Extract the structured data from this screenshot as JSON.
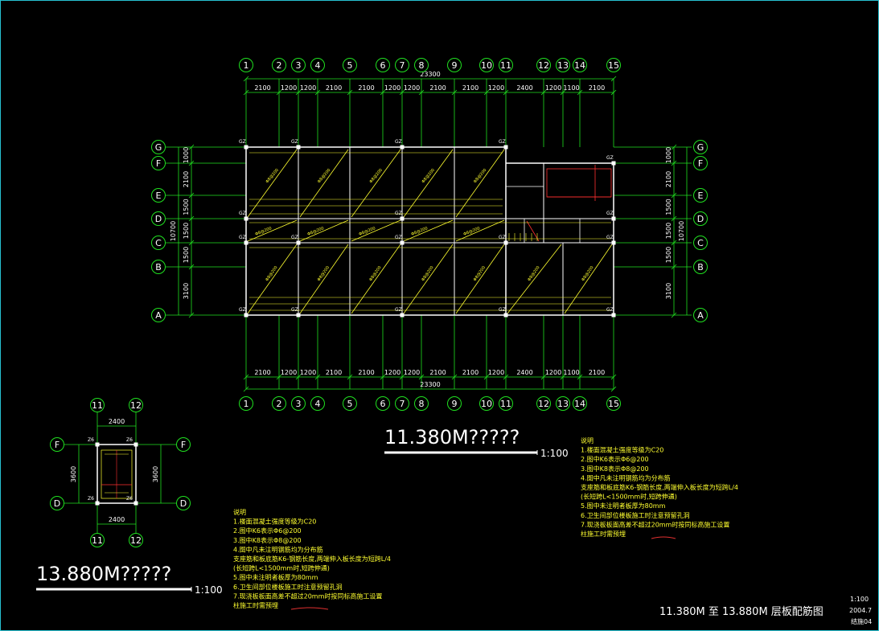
{
  "main_plan": {
    "column_axes": [
      "1",
      "2",
      "3",
      "4",
      "5",
      "6",
      "7",
      "8",
      "9",
      "10",
      "11",
      "12",
      "13",
      "14",
      "15"
    ],
    "row_axes": [
      "G",
      "F",
      "E",
      "D",
      "C",
      "B",
      "A"
    ],
    "span_dims": [
      "2100",
      "1200",
      "1200",
      "2100",
      "2100",
      "1200",
      "1200",
      "2100",
      "2100",
      "1200",
      "2400",
      "1200",
      "1100",
      "2100"
    ],
    "total_length": "23300",
    "row_dims": [
      "1000",
      "2100",
      "1500",
      "1500",
      "1500",
      "3100"
    ],
    "total_depth": "10700",
    "column_tag": "GZ",
    "rebar_label": "Φ8@200"
  },
  "small_plan": {
    "column_axes": [
      "11",
      "12"
    ],
    "row_axes": [
      "F",
      "D"
    ],
    "width_dim": "2400",
    "depth_dim": "3600",
    "column_tag": "Z6"
  },
  "labels": {
    "main_title": "11.380M?????",
    "main_scale": "1:100",
    "small_title": "13.880M?????",
    "small_scale": "1:100",
    "sheet_title": "11.380M 至 13.880M 层板配筋图",
    "tb_scale": "1:100",
    "tb_date": "2004.7",
    "tb_no": "结施04"
  },
  "notes_right": [
    "说明",
    "1.楼面混凝土强度等级为C20",
    "2.图中K6表示Φ6@200",
    "3.图中K8表示Φ8@200",
    "4.图中凡未注明钢筋均为分布筋",
    "   支座筋和板底筋K6-钢筋长度,两端伸入板长度为短跨L/4",
    "   (长短跨L<1500mm时,短跨伸通)",
    "5.图中未注明者板厚为80mm",
    "6.卫生间部位楼板施工时注意预留孔洞",
    "7.现浇板板面高差不超过20mm时按同标高施工设置",
    "   柱施工时需预埋"
  ],
  "notes_left": [
    "说明",
    "1.楼面混凝土强度等级为C20",
    "2.图中K6表示Φ6@200",
    "3.图中K8表示Φ8@200",
    "4.图中凡未注明钢筋均为分布筋",
    "   支座筋和板底筋K6-钢筋长度,两端伸入板长度为短跨L/4",
    "   (长短跨L<1500mm时,短跨伸通)",
    "5.图中未注明者板厚为80mm",
    "6.卫生间部位楼板施工时注意预留孔洞",
    "7.现浇板板面高差不超过20mm时按同标高施工设置",
    "   柱施工时需预埋"
  ]
}
